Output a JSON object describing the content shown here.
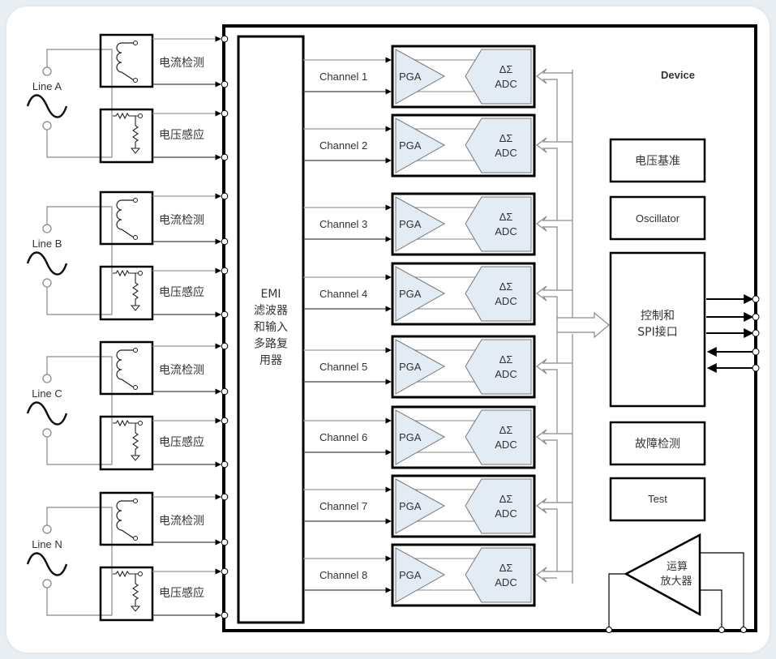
{
  "device": {
    "label": "Device"
  },
  "lines": [
    {
      "label": "Line A",
      "current_sense": "电流检测",
      "voltage_sense": "电压感应"
    },
    {
      "label": "Line B",
      "current_sense": "电流检测",
      "voltage_sense": "电压感应"
    },
    {
      "label": "Line C",
      "current_sense": "电流检测",
      "voltage_sense": "电压感应"
    },
    {
      "label": "Line N",
      "current_sense": "电流检测",
      "voltage_sense": "电压感应"
    }
  ],
  "mux": {
    "lines": [
      "EMI",
      "滤波器",
      "和输入",
      "多路复",
      "用器"
    ]
  },
  "channels": [
    {
      "label": "Channel 1",
      "pga": "PGA",
      "adc_top": "ΔΣ",
      "adc_bottom": "ADC"
    },
    {
      "label": "Channel 2",
      "pga": "PGA",
      "adc_top": "ΔΣ",
      "adc_bottom": "ADC"
    },
    {
      "label": "Channel 3",
      "pga": "PGA",
      "adc_top": "ΔΣ",
      "adc_bottom": "ADC"
    },
    {
      "label": "Channel 4",
      "pga": "PGA",
      "adc_top": "ΔΣ",
      "adc_bottom": "ADC"
    },
    {
      "label": "Channel 5",
      "pga": "PGA",
      "adc_top": "ΔΣ",
      "adc_bottom": "ADC"
    },
    {
      "label": "Channel 6",
      "pga": "PGA",
      "adc_top": "ΔΣ",
      "adc_bottom": "ADC"
    },
    {
      "label": "Channel 7",
      "pga": "PGA",
      "adc_top": "ΔΣ",
      "adc_bottom": "ADC"
    },
    {
      "label": "Channel 8",
      "pga": "PGA",
      "adc_top": "ΔΣ",
      "adc_bottom": "ADC"
    }
  ],
  "blocks": {
    "voltage_reference": "电压基准",
    "oscillator": "Oscillator",
    "control_spi": [
      "控制和",
      "SPI接口"
    ],
    "fault_detection": "故障检测",
    "test": "Test",
    "op_amp": [
      "运算",
      "放大器"
    ]
  },
  "spi_pins": {
    "outputs": 3,
    "inputs": 2
  },
  "colors": {
    "channel_fill": "#e3ebf5",
    "line_gray": "#8a8a8a",
    "background": "#e9eef2"
  }
}
